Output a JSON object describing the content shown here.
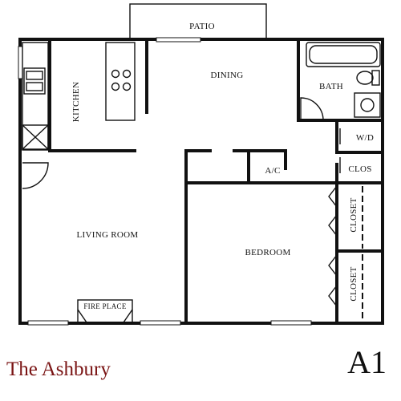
{
  "rooms": {
    "patio": "PATIO",
    "dining": "DINING",
    "kitchen": "KITCHEN",
    "bath": "BATH",
    "wd": "W/D",
    "ac": "A/C",
    "clos": "CLOS",
    "closet_upper": "CLOSET",
    "closet_lower": "CLOSET",
    "living_room": "LIVING ROOM",
    "bedroom": "BEDROOM",
    "fireplace": "FIRE PLACE"
  },
  "footer": {
    "property_name": "The Ashbury",
    "unit_code": "A1"
  },
  "colors": {
    "walls": "#111111",
    "property_name": "#7a1414"
  }
}
